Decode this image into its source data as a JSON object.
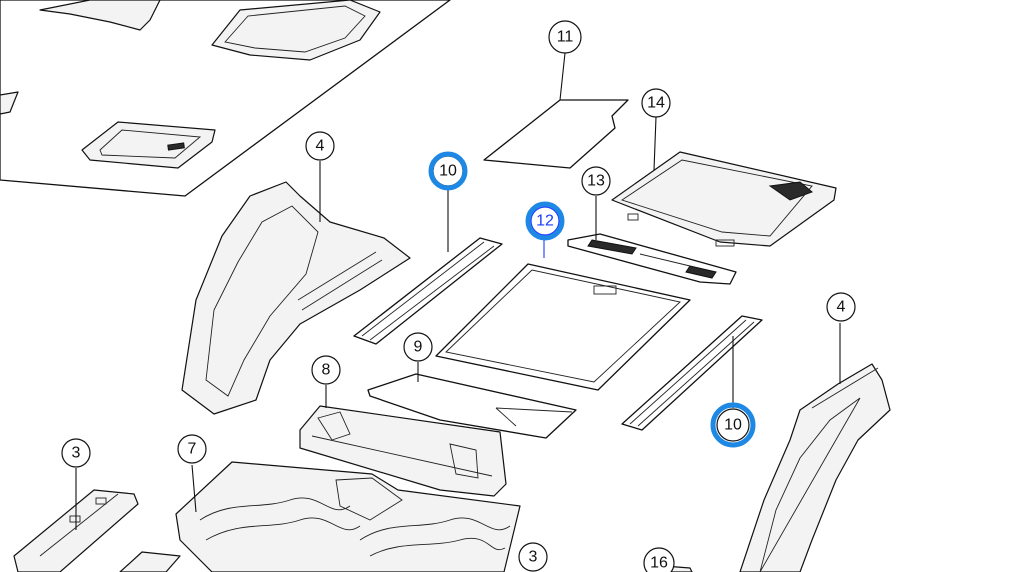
{
  "callouts": [
    {
      "id": "c11",
      "label": "11"
    },
    {
      "id": "c14",
      "label": "14"
    },
    {
      "id": "c4a",
      "label": "4"
    },
    {
      "id": "c10a",
      "label": "10"
    },
    {
      "id": "c13",
      "label": "13"
    },
    {
      "id": "c12",
      "label": "12"
    },
    {
      "id": "c9",
      "label": "9"
    },
    {
      "id": "c8",
      "label": "8"
    },
    {
      "id": "c4b",
      "label": "4"
    },
    {
      "id": "c10b",
      "label": "10"
    },
    {
      "id": "c3a",
      "label": "3"
    },
    {
      "id": "c7",
      "label": "7"
    },
    {
      "id": "c3b",
      "label": "3"
    },
    {
      "id": "c16",
      "label": "16"
    }
  ],
  "highlight": {
    "ring_color": "#1e88e5",
    "marked_labels": [
      "10",
      "12",
      "10"
    ],
    "mark_12_text_color": "#1a3cff"
  }
}
